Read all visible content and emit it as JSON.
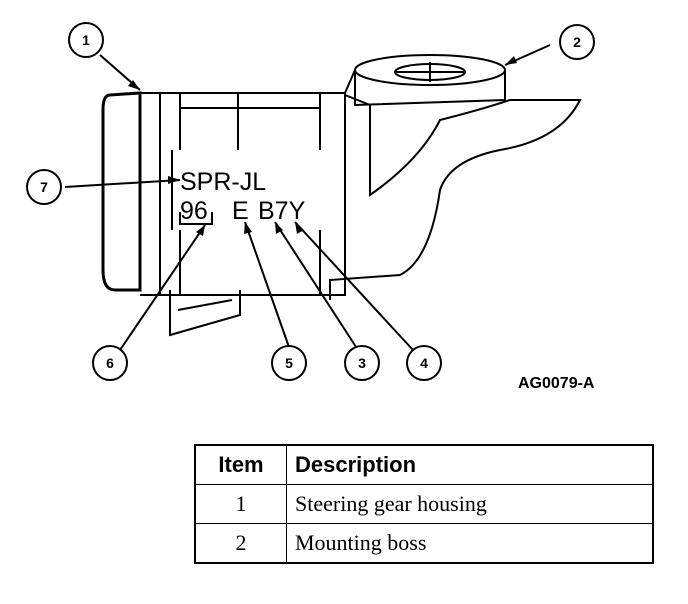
{
  "callouts": [
    {
      "num": "1"
    },
    {
      "num": "2"
    },
    {
      "num": "3"
    },
    {
      "num": "4"
    },
    {
      "num": "5"
    },
    {
      "num": "6"
    },
    {
      "num": "7"
    }
  ],
  "stamp": {
    "line1": "SPR-JL",
    "year": "96",
    "letter": "E",
    "code": "B7Y"
  },
  "figure_id": "AG0079-A",
  "legend": {
    "header_item": "Item",
    "header_desc": "Description",
    "rows": [
      {
        "item": "1",
        "desc": "Steering gear housing"
      },
      {
        "item": "2",
        "desc": "Mounting boss"
      }
    ]
  }
}
